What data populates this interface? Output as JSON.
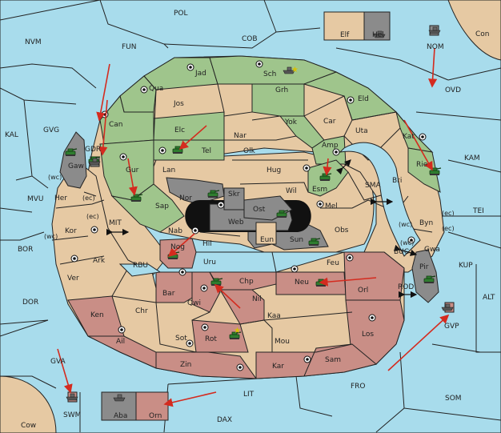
{
  "map": {
    "sea_labels": {
      "pol": "POL",
      "nvm": "NVM",
      "fun": "FUN",
      "cob": "COB",
      "nom": "NOM",
      "con": "Con",
      "ovd": "OVD",
      "kal": "KAL",
      "gvg": "GVG",
      "kam": "KAM",
      "mvu": "MVU",
      "tei": "TEI",
      "sma": "SMA",
      "mit": "MIT",
      "bor": "BOR",
      "rbu": "RBU",
      "buc": "BUC",
      "kup": "KUP",
      "dor": "DOR",
      "rod": "ROD",
      "alt": "ALT",
      "gvp": "GVP",
      "gva": "GVA",
      "fro": "FRO",
      "som": "SOM",
      "lit": "LIT",
      "swm": "SWM",
      "dax": "DAX",
      "cow": "Cow",
      "gdr": "GDR"
    },
    "land_labels": {
      "elf": "Elf",
      "hel": "Hel",
      "jad": "Jad",
      "sch": "Sch",
      "qua": "Qua",
      "jos": "Jos",
      "grh": "Grh",
      "eld": "Eld",
      "can": "Can",
      "car": "Car",
      "nar": "Nar",
      "elc": "Elc",
      "yok": "Yok",
      "uta": "Uta",
      "tel": "Tel",
      "olk": "Olk",
      "amp": "Amp",
      "kat": "Kat",
      "gaw": "Gaw",
      "gur": "Gur",
      "lan": "Lan",
      "hug": "Hug",
      "rie": "Rie",
      "esm": "Esm",
      "bri": "Bri",
      "wil": "Wil",
      "nor": "Nor",
      "skr": "Skr",
      "ost": "Ost",
      "her": "Her",
      "sap": "Sap",
      "web": "Web",
      "mel": "Mel",
      "byn": "Byn",
      "kor": "Kor",
      "nab": "Nab",
      "eun": "Eun",
      "obs": "Obs",
      "gwa": "Gwa",
      "hil": "Hil",
      "sun": "Sun",
      "nog": "Nog",
      "ark": "Ark",
      "uru": "Uru",
      "feu": "Feu",
      "pir": "Pir",
      "ver": "Ver",
      "chp": "Chp",
      "neu": "Neu",
      "bar": "Bar",
      "orl": "Orl",
      "qwi": "Qwi",
      "nil": "Nil",
      "ken": "Ken",
      "chr": "Chr",
      "kaa": "Kaa",
      "los": "Los",
      "rot": "Rot",
      "sot": "Sot",
      "ail": "Ail",
      "mou": "Mou",
      "zin": "Zin",
      "sam": "Sam",
      "kar": "Kar",
      "aba": "Aba",
      "orn": "Orn"
    },
    "coast_labels": {
      "gaw_wc": "(wc)",
      "her_ec": "(ec)",
      "kor_ec": "(ec)",
      "kor_wc": "(wc)",
      "byn_wc": "(wc)",
      "byn_ec": "(ec)",
      "gwa_wc": "(wc)",
      "gwa_ec": "(ec)"
    },
    "colors": {
      "sea": "#a8dcec",
      "neutral": "#e6c9a3",
      "green_power": "#9fc58c",
      "red_power": "#c98e86",
      "grey_power": "#8b8b8b",
      "order_arrow": "#d42b1f"
    }
  }
}
